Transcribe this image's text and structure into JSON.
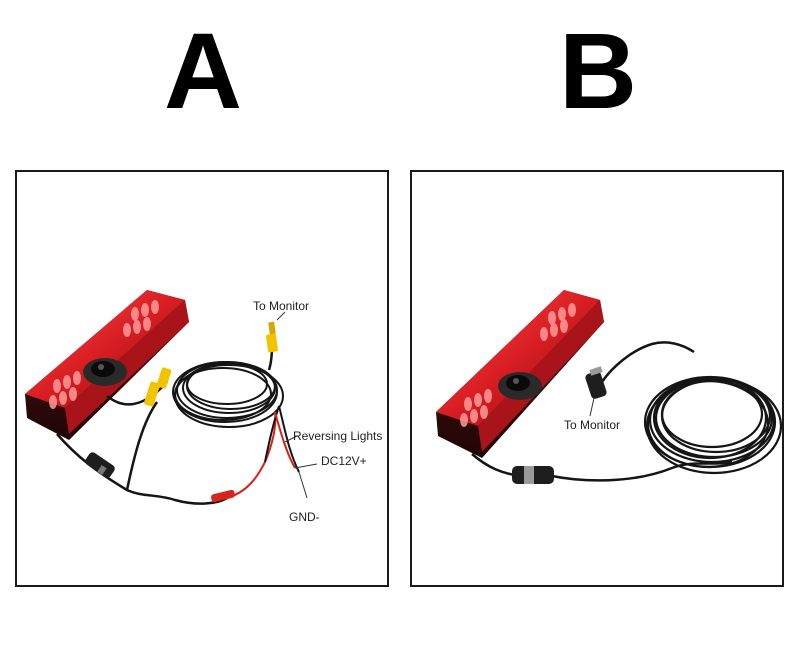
{
  "options": {
    "a": {
      "letter": "A",
      "labels": {
        "to_monitor": "To Monitor",
        "reversing_lights": "Reversing Lights",
        "dc12v": "DC12V+",
        "gnd": "GND-"
      }
    },
    "b": {
      "letter": "B",
      "labels": {
        "to_monitor": "To Monitor"
      }
    }
  },
  "colors": {
    "lamp_red": "#d81e22",
    "lamp_dark": "#3a0c0c",
    "cable": "#151515",
    "rca_yellow": "#f2c400",
    "power_red": "#d8241e"
  }
}
